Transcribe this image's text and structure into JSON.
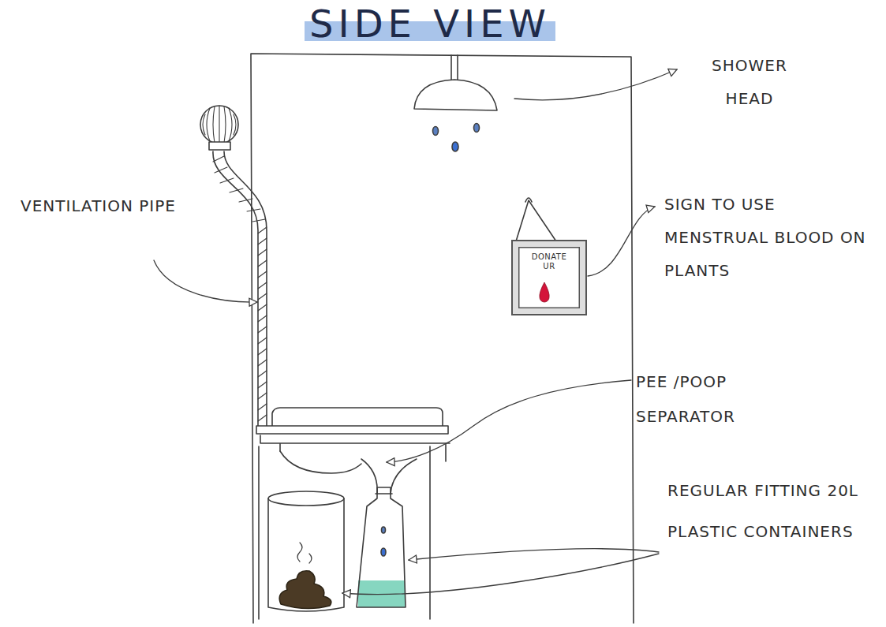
{
  "diagram": {
    "title": "SIDE VIEW",
    "nodes": [
      {
        "text": [
          "DONATE UR"
        ]
      }
    ],
    "labels": [
      "SHOWER HEAD",
      "VENTILATION PIPE",
      "SIGN TO USE MENSTRUAL BLOOD ON PLANTS",
      "PEE /POOP SEPARATOR",
      "REGULAR FITTING 20L PLASTIC CONTAINERS"
    ]
  }
}
